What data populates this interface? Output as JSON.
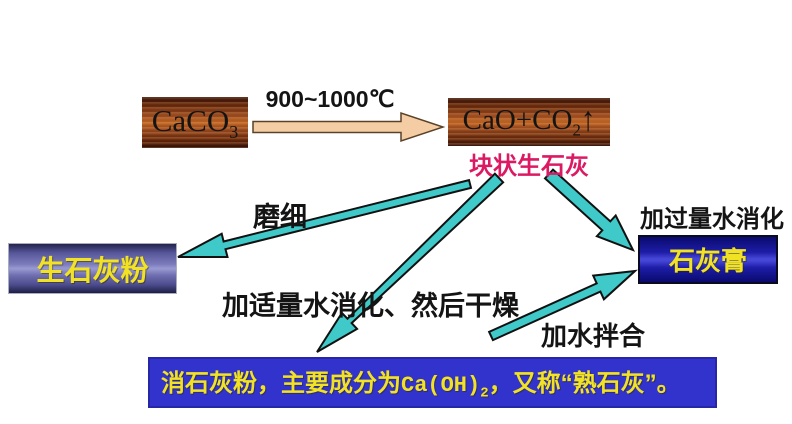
{
  "diagram": {
    "boxes": {
      "caco3": {
        "formula_main": "CaCO",
        "formula_sub": "3"
      },
      "cao": {
        "formula_main": "CaO+CO",
        "formula_sub": "2",
        "formula_suffix": "↑"
      },
      "quicklime_powder": {
        "label": "生石灰粉"
      },
      "lime_paste": {
        "label": "石灰膏"
      },
      "slaked_lime": {
        "text_before": "消石灰粉，主要成分为",
        "formula": "Ca(OH)",
        "formula_sub": "2",
        "text_after": "，又称“熟石灰”。"
      }
    },
    "labels": {
      "temperature": "900~1000℃",
      "lump_quicklime": "块状生石灰",
      "grind": "磨细",
      "moderate_water": "加适量水消化、然后干燥",
      "excess_water": "加过量水消化",
      "mix_water": "加水拌合"
    },
    "colors": {
      "arrow_cyan": "#3FC9C9",
      "arrow_cyan_stroke": "#111111",
      "arrow_peach": "#F5CDA4",
      "arrow_peach_stroke": "#5A4228",
      "lump_label_magenta": "#DC1A64",
      "box_yellow_text": "#F2E224",
      "bottom_box_blue": "#3232CC"
    }
  }
}
